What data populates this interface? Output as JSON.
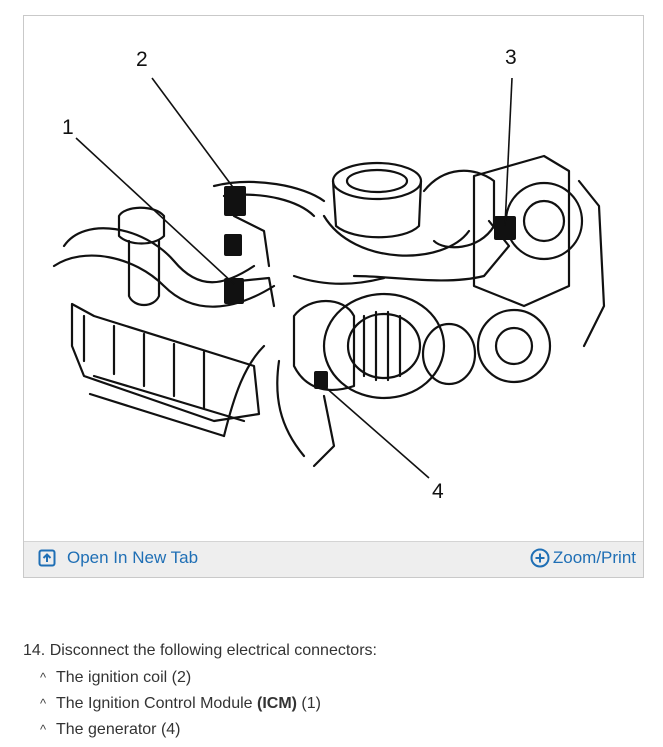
{
  "figure": {
    "callouts": [
      "1",
      "2",
      "3",
      "4"
    ],
    "open_tab_label": "Open In New Tab",
    "zoom_label": "Zoom/Print",
    "open_icon": "open-in-new-tab-icon",
    "zoom_icon": "zoom-plus-circle-icon",
    "link_color": "#1f6fb5"
  },
  "instructions": {
    "step": "14. Disconnect the following electrical connectors:",
    "items": [
      {
        "text": "The ignition coil (2)",
        "bold": "",
        "suffix": ""
      },
      {
        "prefix": "The Ignition Control Module ",
        "bold": "(ICM)",
        "suffix": " (1)"
      },
      {
        "text": "The generator (4)",
        "bold": "",
        "suffix": ""
      }
    ]
  }
}
